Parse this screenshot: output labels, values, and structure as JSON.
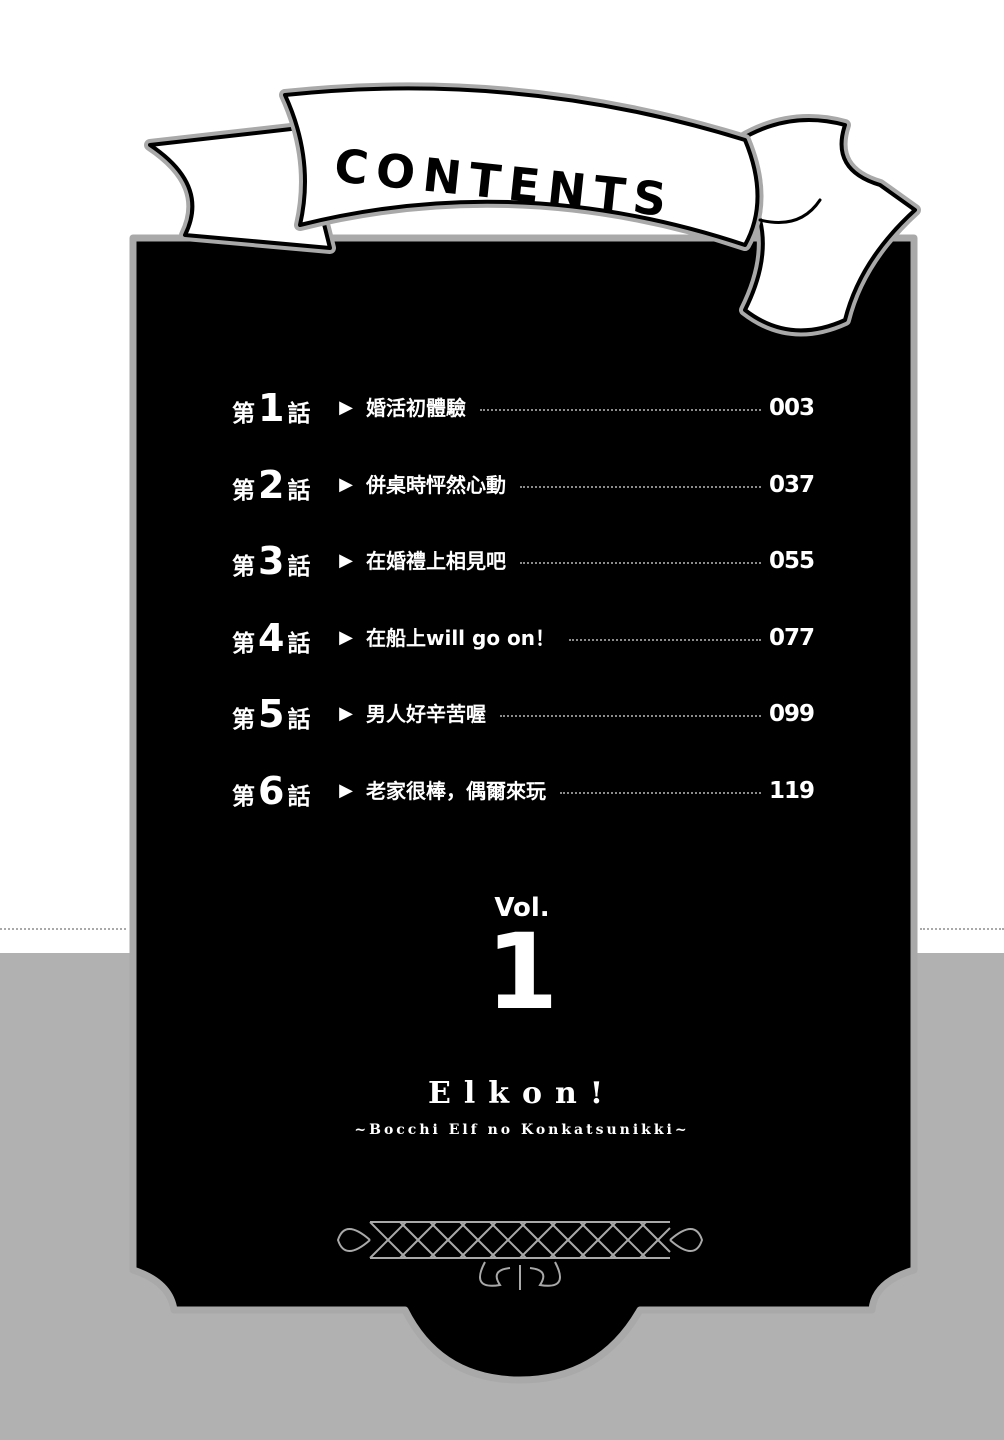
{
  "heading": "CONTENTS",
  "chapters": [
    {
      "prefix": "第",
      "number": "1",
      "suffix": "話",
      "title": "婚活初體驗",
      "page": "003"
    },
    {
      "prefix": "第",
      "number": "2",
      "suffix": "話",
      "title": "併桌時怦然心動",
      "page": "037"
    },
    {
      "prefix": "第",
      "number": "3",
      "suffix": "話",
      "title": "在婚禮上相見吧",
      "page": "055"
    },
    {
      "prefix": "第",
      "number": "4",
      "suffix": "話",
      "title": "在船上will go on！",
      "page": "077"
    },
    {
      "prefix": "第",
      "number": "5",
      "suffix": "話",
      "title": "男人好辛苦喔",
      "page": "099"
    },
    {
      "prefix": "第",
      "number": "6",
      "suffix": "話",
      "title": "老家很棒，偶爾來玩",
      "page": "119"
    }
  ],
  "arrow_symbol": "▶",
  "volume": {
    "label": "Vol.",
    "number": "1"
  },
  "series_title": "Elkon!",
  "series_subtitle": "~Bocchi Elf no Konkatsunikki~",
  "colors": {
    "panel": "#000000",
    "panel_border": "#a9a9a9",
    "band": "#b1b1b1",
    "paper": "#ffffff"
  }
}
